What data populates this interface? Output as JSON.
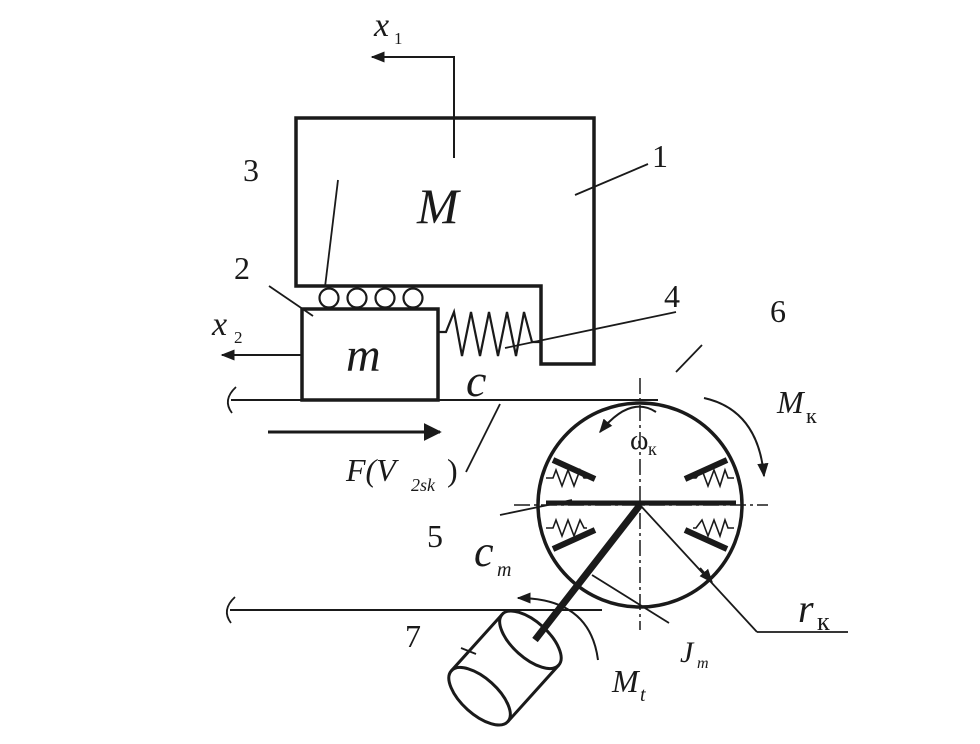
{
  "labels": {
    "x1": {
      "main": "x",
      "sub": "1"
    },
    "x2": {
      "main": "x",
      "sub": "2"
    },
    "M": "M",
    "m": "m",
    "c": "c",
    "force": {
      "pre": "F(V",
      "sub": "2sk",
      "post": ")"
    },
    "omega": {
      "main": "ω",
      "sub": "к"
    },
    "Mk": {
      "main": "M",
      "sub": "к"
    },
    "rk": {
      "main": "r",
      "sub": "к"
    },
    "cm": {
      "main": "c",
      "sub": "m"
    },
    "Jm": {
      "main": "J",
      "sub": "m"
    },
    "Mt": {
      "main": "M",
      "sub": "t"
    },
    "num1": "1",
    "num2": "2",
    "num3": "3",
    "num4": "4",
    "num5": "5",
    "num6": "6",
    "num7": "7"
  },
  "colors": {
    "ink": "#1a1a1a",
    "background": "#ffffff"
  }
}
